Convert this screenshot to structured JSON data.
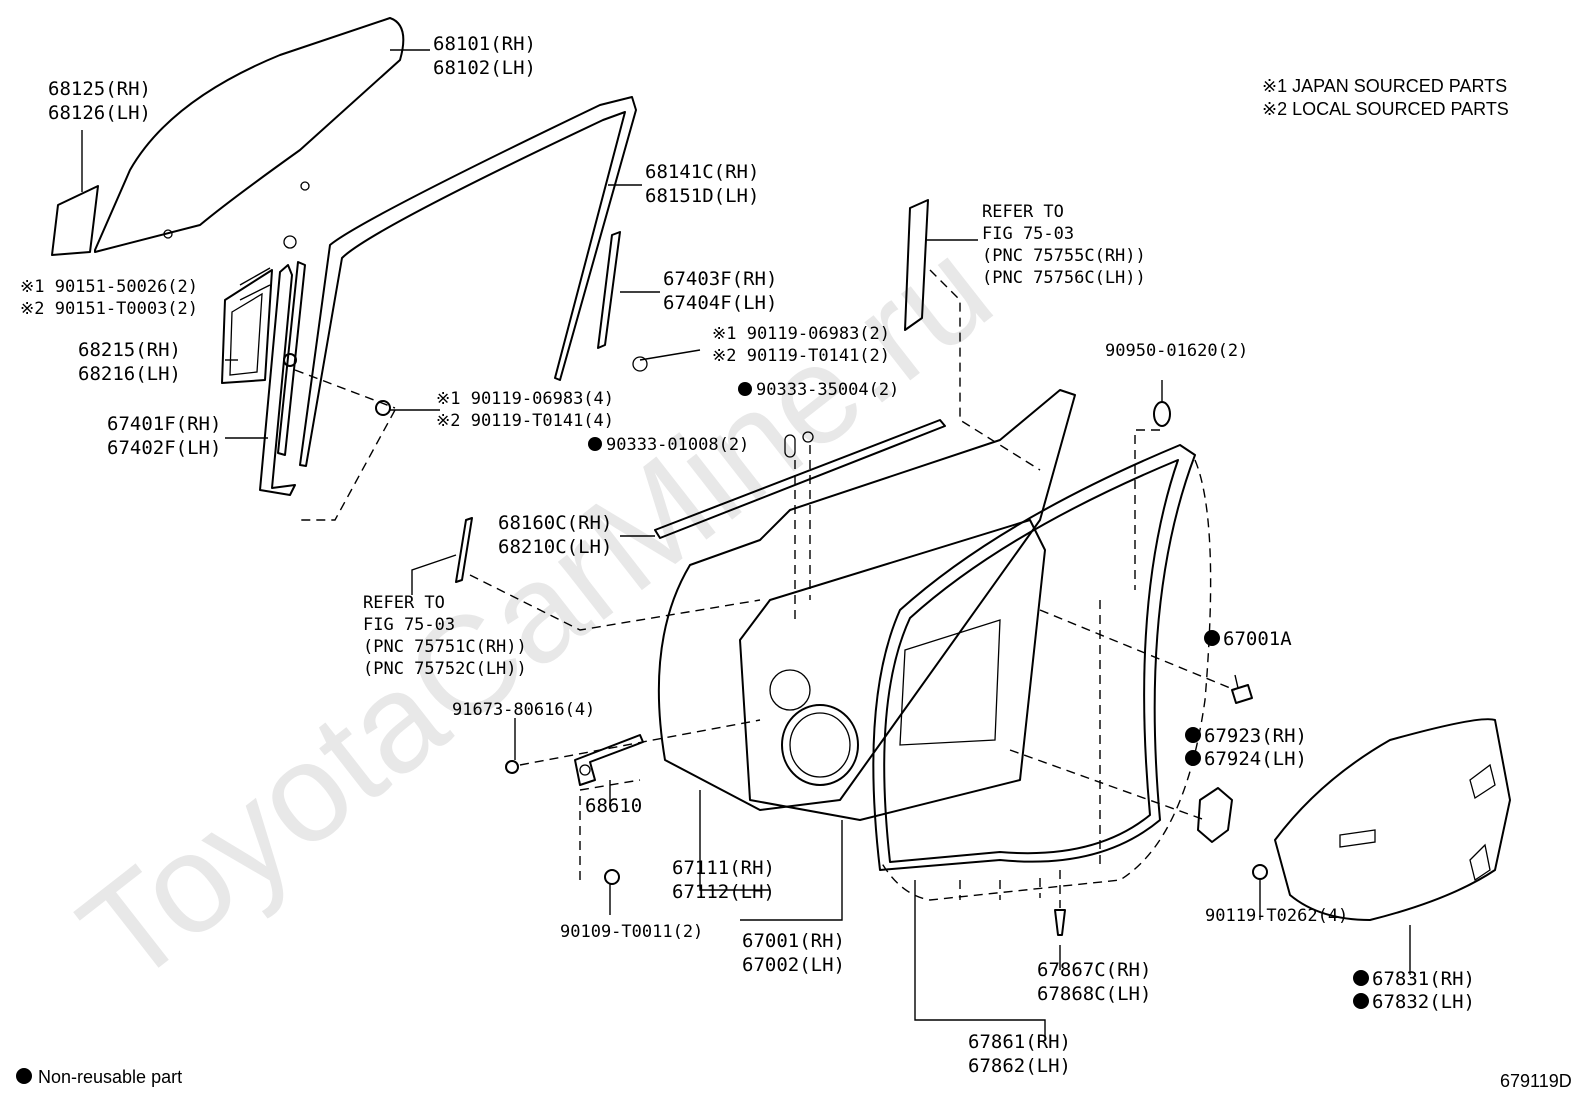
{
  "notes": {
    "japan_sourced": "※1 JAPAN SOURCED PARTS",
    "local_sourced": "※2 LOCAL SOURCED PARTS",
    "non_reusable": "Non-reusable part",
    "figure_code": "679119D"
  },
  "watermark": "ToyotaCarMine.ru",
  "labels": {
    "glass_rh": "68101(RH)",
    "glass_lh": "68102(LH)",
    "glass_small_rh": "68125(RH)",
    "glass_small_lh": "68126(LH)",
    "run_rh": "68141C(RH)",
    "run_lh": "68151D(LH)",
    "rear_sash_rh": "67403F(RH)",
    "rear_sash_lh": "67404F(LH)",
    "refer_upper_1": "REFER TO",
    "refer_upper_2": "FIG 75-03",
    "refer_upper_3": "(PNC 75755C(RH))",
    "refer_upper_4": "(PNC 75756C(LH))",
    "screw_upper_1": "※1 90151-50026(2)",
    "screw_upper_2": "※2 90151-T0003(2)",
    "bolt_sash_1": "※1 90119-06983(2)",
    "bolt_sash_2": "※2 90119-T0141(2)",
    "quarter_rh": "68215(RH)",
    "quarter_lh": "68216(LH)",
    "grommet": "90950-01620(2)",
    "cushion_upper": "90333-35004(2)",
    "bolt_front_1": "※1 90119-06983(4)",
    "bolt_front_2": "※2 90119-T0141(4)",
    "front_sash_rh": "67401F(RH)",
    "front_sash_lh": "67402F(LH)",
    "cushion_lower": "90333-01008(2)",
    "belt_rh": "68160C(RH)",
    "belt_lh": "68210C(LH)",
    "refer_lower_1": "REFER TO",
    "refer_lower_2": "FIG 75-03",
    "refer_lower_3": "(PNC 75751C(RH))",
    "refer_lower_4": "(PNC 75752C(LH))",
    "plug": "67001A",
    "bolt_check": "91673-80616(4)",
    "cover_rh": "67923(RH)",
    "cover_lh": "67924(LH)",
    "check": "68610",
    "outer_panel_rh": "67111(RH)",
    "outer_panel_lh": "67112(LH)",
    "door_rh": "67001(RH)",
    "door_lh": "67002(LH)",
    "bolt_cover": "90119-T0262(4)",
    "bolt_bottom": "90109-T0011(2)",
    "clip_rh": "67867C(RH)",
    "clip_lh": "67868C(LH)",
    "hole_cover_rh": "67831(RH)",
    "hole_cover_lh": "67832(LH)",
    "weatherstrip_rh": "67861(RH)",
    "weatherstrip_lh": "67862(LH)"
  }
}
